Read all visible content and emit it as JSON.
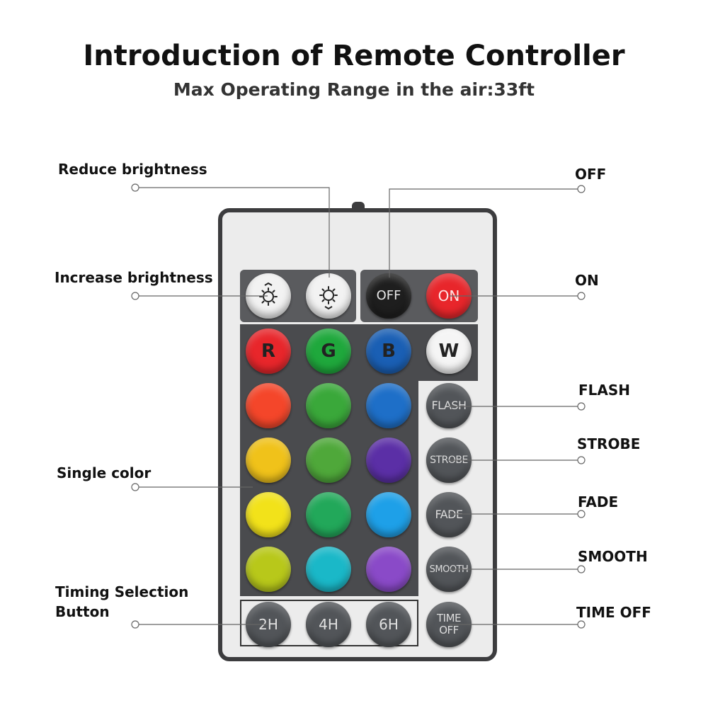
{
  "title": "Introduction of Remote Controller",
  "subtitle": "Max Operating Range in the air:33ft",
  "callouts": {
    "reduce_brightness": "Reduce brightness",
    "increase_brightness": "Increase brightness",
    "single_color": "Single color",
    "timing_selection": "Timing Selection Button",
    "off": "OFF",
    "on": "ON",
    "flash": "FLASH",
    "strobe": "STROBE",
    "fade": "FADE",
    "smooth": "SMOOTH",
    "time_off": "TIME OFF"
  },
  "buttons": {
    "off": "OFF",
    "on": "ON",
    "r": "R",
    "g": "G",
    "b": "B",
    "w": "W",
    "flash": "FLASH",
    "strobe": "STROBE",
    "fade": "FADE",
    "smooth": "SMOOTH",
    "time_off_line1": "TIME",
    "time_off_line2": "OFF",
    "timer_2h": "2H",
    "timer_4h": "4H",
    "timer_6h": "6H"
  },
  "colors": {
    "off": "#1e1e1e",
    "on": "#e8262b",
    "r": "#e8262b",
    "g": "#1fa83c",
    "b": "#1a5fb4",
    "w": "#f5f5f5",
    "row2": [
      "#f4462a",
      "#3aa83a",
      "#1e6fc8"
    ],
    "row3": [
      "#f0c21a",
      "#4fa83a",
      "#5b2fa6"
    ],
    "row4": [
      "#f2e21a",
      "#22a85a",
      "#1ea0e8"
    ],
    "row5": [
      "#b8c81a",
      "#1ab8c8",
      "#8a4ac8"
    ]
  }
}
